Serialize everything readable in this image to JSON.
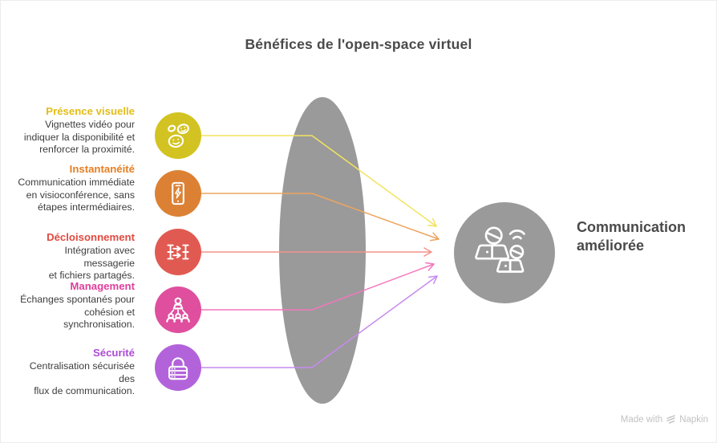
{
  "title": "Bénéfices de l'open-space virtuel",
  "items": [
    {
      "title": "Présence visuelle",
      "description": "Vignettes vidéo pour\nindiquer la disponibilité et\nrenforcer la proximité.",
      "icon": "smileys-icon",
      "title_color": "#e3bd17",
      "circle_color": "#d3c322",
      "line_color": "#f2e35f"
    },
    {
      "title": "Instantanéité",
      "description": "Communication immédiate\nen visioconférence, sans\nétapes intermédiaires.",
      "icon": "phone-flash-icon",
      "title_color": "#e67e22",
      "circle_color": "#dc8134",
      "line_color": "#eda55f"
    },
    {
      "title": "Décloisonnement",
      "description": "Intégration avec messagerie\net fichiers partagés.",
      "icon": "integration-icon",
      "title_color": "#e14b41",
      "circle_color": "#e15a52",
      "line_color": "#f2938c"
    },
    {
      "title": "Management",
      "description": "Échanges spontanés pour\ncohésion et\nsynchronisation.",
      "icon": "team-icon",
      "title_color": "#df3f9b",
      "circle_color": "#df4f9e",
      "line_color": "#f377bd"
    },
    {
      "title": "Sécurité",
      "description": "Centralisation sécurisée des\nflux de communication.",
      "icon": "lock-server-icon",
      "title_color": "#ad4bd5",
      "circle_color": "#b263da",
      "line_color": "#c78bef"
    }
  ],
  "outcome": {
    "label": "Communication\naméliorée",
    "icon": "collaboration-icon",
    "circle_color": "#9a9a9a"
  },
  "colors": {
    "lens": "#9a9a9a",
    "heading_text": "#4a4a4a",
    "description_text": "#3d3d3d"
  },
  "footer": {
    "prefix": "Made with",
    "brand": "Napkin",
    "logo": "napkin-logo-icon"
  }
}
